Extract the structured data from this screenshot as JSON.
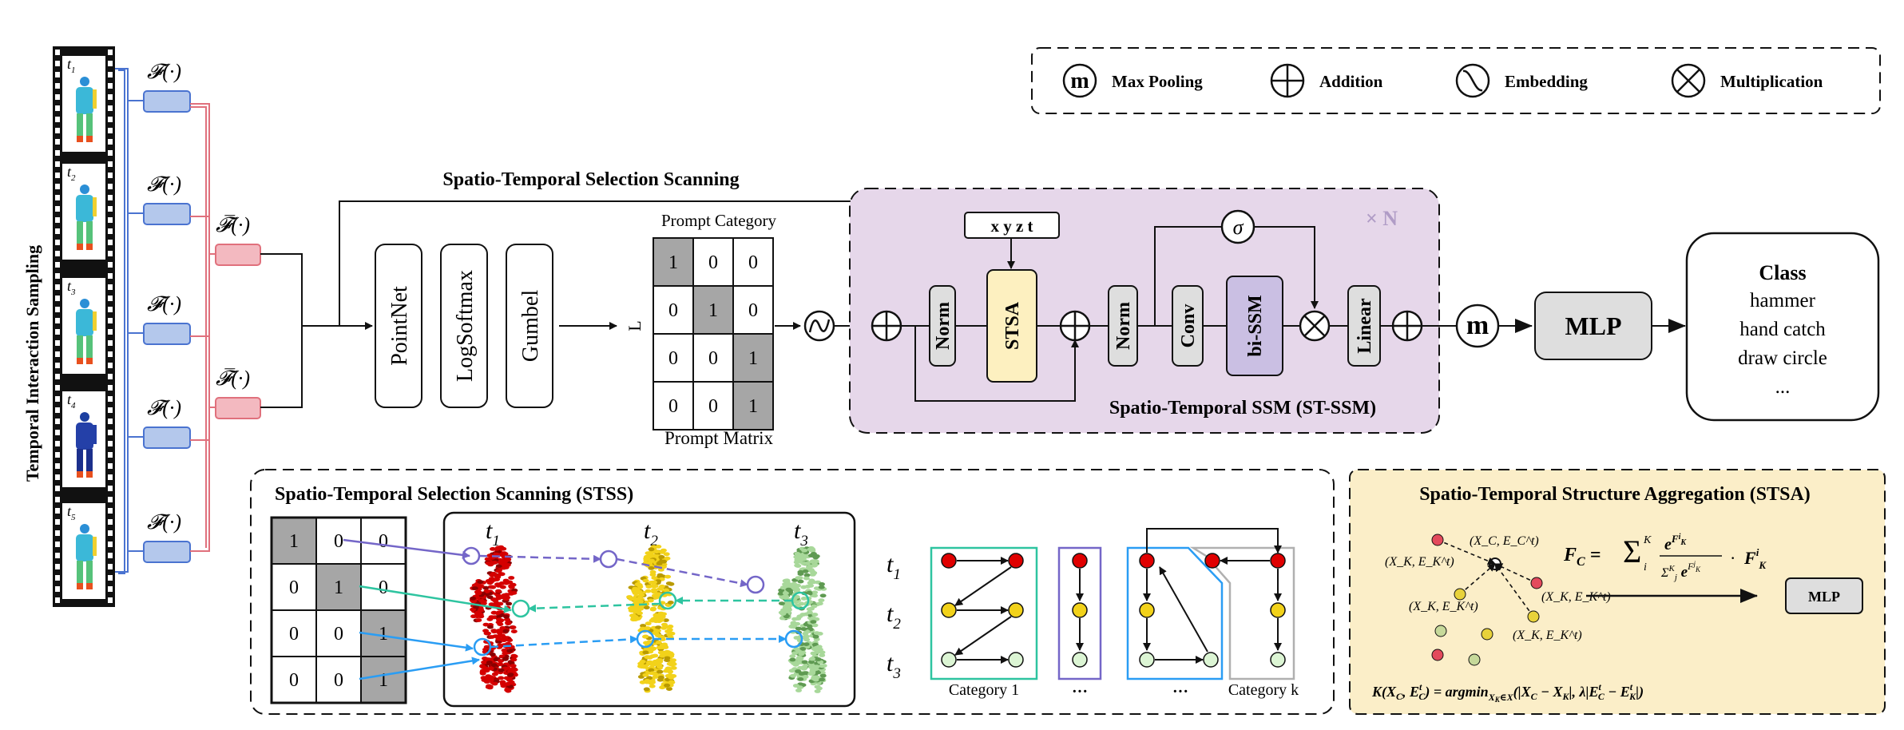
{
  "film": {
    "side_label": "Temporal Interaction Sampling",
    "frames": [
      {
        "t": "t",
        "sub": "1"
      },
      {
        "t": "t",
        "sub": "2"
      },
      {
        "t": "t",
        "sub": "3"
      },
      {
        "t": "t",
        "sub": "4"
      },
      {
        "t": "t",
        "sub": "5"
      }
    ],
    "f_label": "𝓕(·)",
    "fbar_label": "𝓕̅(·)"
  },
  "legend": {
    "items": [
      {
        "symbol": "m",
        "label": "Max Pooling"
      },
      {
        "symbol": "⊕",
        "label": "Addition"
      },
      {
        "symbol": "∿",
        "label": "Embedding"
      },
      {
        "symbol": "⊗",
        "label": "Multiplication"
      }
    ]
  },
  "stss_top": {
    "title": "Spatio-Temporal Selection Scanning",
    "blocks": [
      "PointNet",
      "LogSoftmax",
      "Gumbel"
    ],
    "L_label": "L",
    "prompt_category": "Prompt Category",
    "prompt_matrix_label": "Prompt Matrix",
    "matrix": [
      [
        1,
        0,
        0
      ],
      [
        0,
        1,
        0
      ],
      [
        0,
        0,
        1
      ],
      [
        0,
        0,
        1
      ]
    ]
  },
  "stssm": {
    "repeat": "× N",
    "xyzt": "x y z t",
    "blocks": [
      "Norm",
      "STSA",
      "Norm",
      "Conv",
      "bi-SSM",
      "Linear"
    ],
    "sigma": "σ",
    "title": "Spatio-Temporal SSM (ST-SSM)"
  },
  "head": {
    "maxpool": "m",
    "mlp": "MLP",
    "class_title": "Class",
    "classes": [
      "hammer",
      "hand catch",
      "draw circle",
      "..."
    ]
  },
  "stss_panel": {
    "title": "Spatio-Temporal Selection Scanning (STSS)",
    "matrix": [
      [
        1,
        0,
        0
      ],
      [
        0,
        1,
        0
      ],
      [
        0,
        0,
        1
      ],
      [
        0,
        0,
        1
      ]
    ],
    "time_labels": [
      {
        "t": "t",
        "sub": "1"
      },
      {
        "t": "t",
        "sub": "2"
      },
      {
        "t": "t",
        "sub": "3"
      }
    ],
    "row_labels": [
      {
        "t": "t",
        "sub": "1"
      },
      {
        "t": "t",
        "sub": "2"
      },
      {
        "t": "t",
        "sub": "3"
      }
    ],
    "category_1": "Category 1",
    "dots_1": "···",
    "dots_2": "···",
    "category_k": "Category k",
    "colors": {
      "red": "#d40000",
      "yellow": "#f2d21a",
      "green": "#a8d89a",
      "teal": "#2ec4a0",
      "blue": "#2a9df4",
      "purple": "#7466c8"
    }
  },
  "stsa_panel": {
    "title": "Spatio-Temporal Structure Aggregation (STSA)",
    "point_labels": [
      "(X_C, E_C^t)",
      "(X_K, E_K^t)",
      "(X_K, E_K^t)",
      "(X_K, E_K^t)",
      "(X_K, E_K^t)"
    ],
    "formula_fc": "F_C = Σ_i^K ( e^{F_K^i} / Σ_j^K e^{F_K^j} ) · F_K^i",
    "formula_k": "K(X_C, E_C^t) = argmin_{X_K∈X}(|X_C − X_K|, λ|E_C^t − E_K^t|)",
    "mlp": "MLP"
  },
  "colors": {
    "blue_line": "#4a73d0",
    "red_line": "#e0707c",
    "stssm_bg": "#e6d7ea",
    "stsa_bg": "#fbeec8",
    "stsa_block": "#fdf0c0",
    "gray_block": "#dedede",
    "purple_block": "#cabfe3",
    "gray_cell": "#a6a6a6"
  }
}
